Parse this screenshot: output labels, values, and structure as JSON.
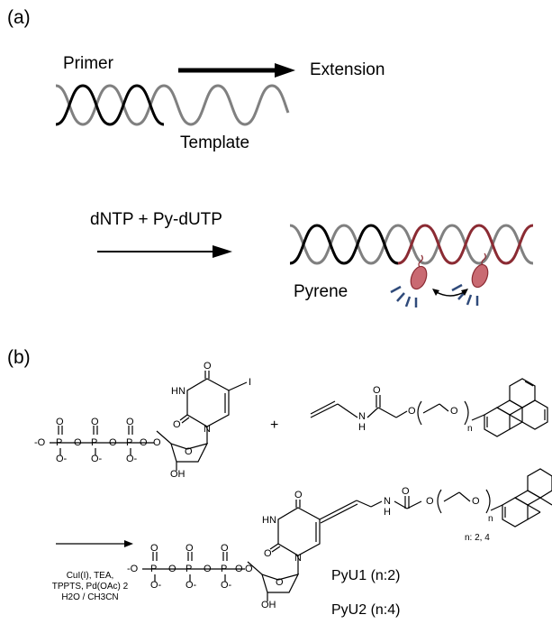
{
  "panel_a": {
    "label": "(a)",
    "primer": "Primer",
    "extension": "Extension",
    "template": "Template",
    "reagents": "dNTP + Py-dUTP",
    "pyrene": "Pyrene"
  },
  "panel_b": {
    "label": "(b)",
    "plus": "+",
    "n_values": "n: 2, 4",
    "product1": "PyU1 (n:2)",
    "product2": "PyU2 (n:4)",
    "conditions": [
      "CuI(I), TEA,",
      "TPPTS, Pd(OAc) 2",
      "H2O / CH3CN"
    ],
    "atoms": {
      "O": "O",
      "HN": "HN",
      "N": "N",
      "I": "I",
      "OH": "OH",
      "H": "H",
      "n": "n",
      "Ominus": "-O",
      "O_minus": "O-",
      "P": "P"
    }
  },
  "colors": {
    "black_strand": "#000000",
    "gray_strand": "#808080",
    "red_strand": "#8b2b33",
    "pyrene_fill": "#c96a72",
    "pyrene_stroke": "#8b2b33",
    "glow": "#2f4a7a"
  }
}
